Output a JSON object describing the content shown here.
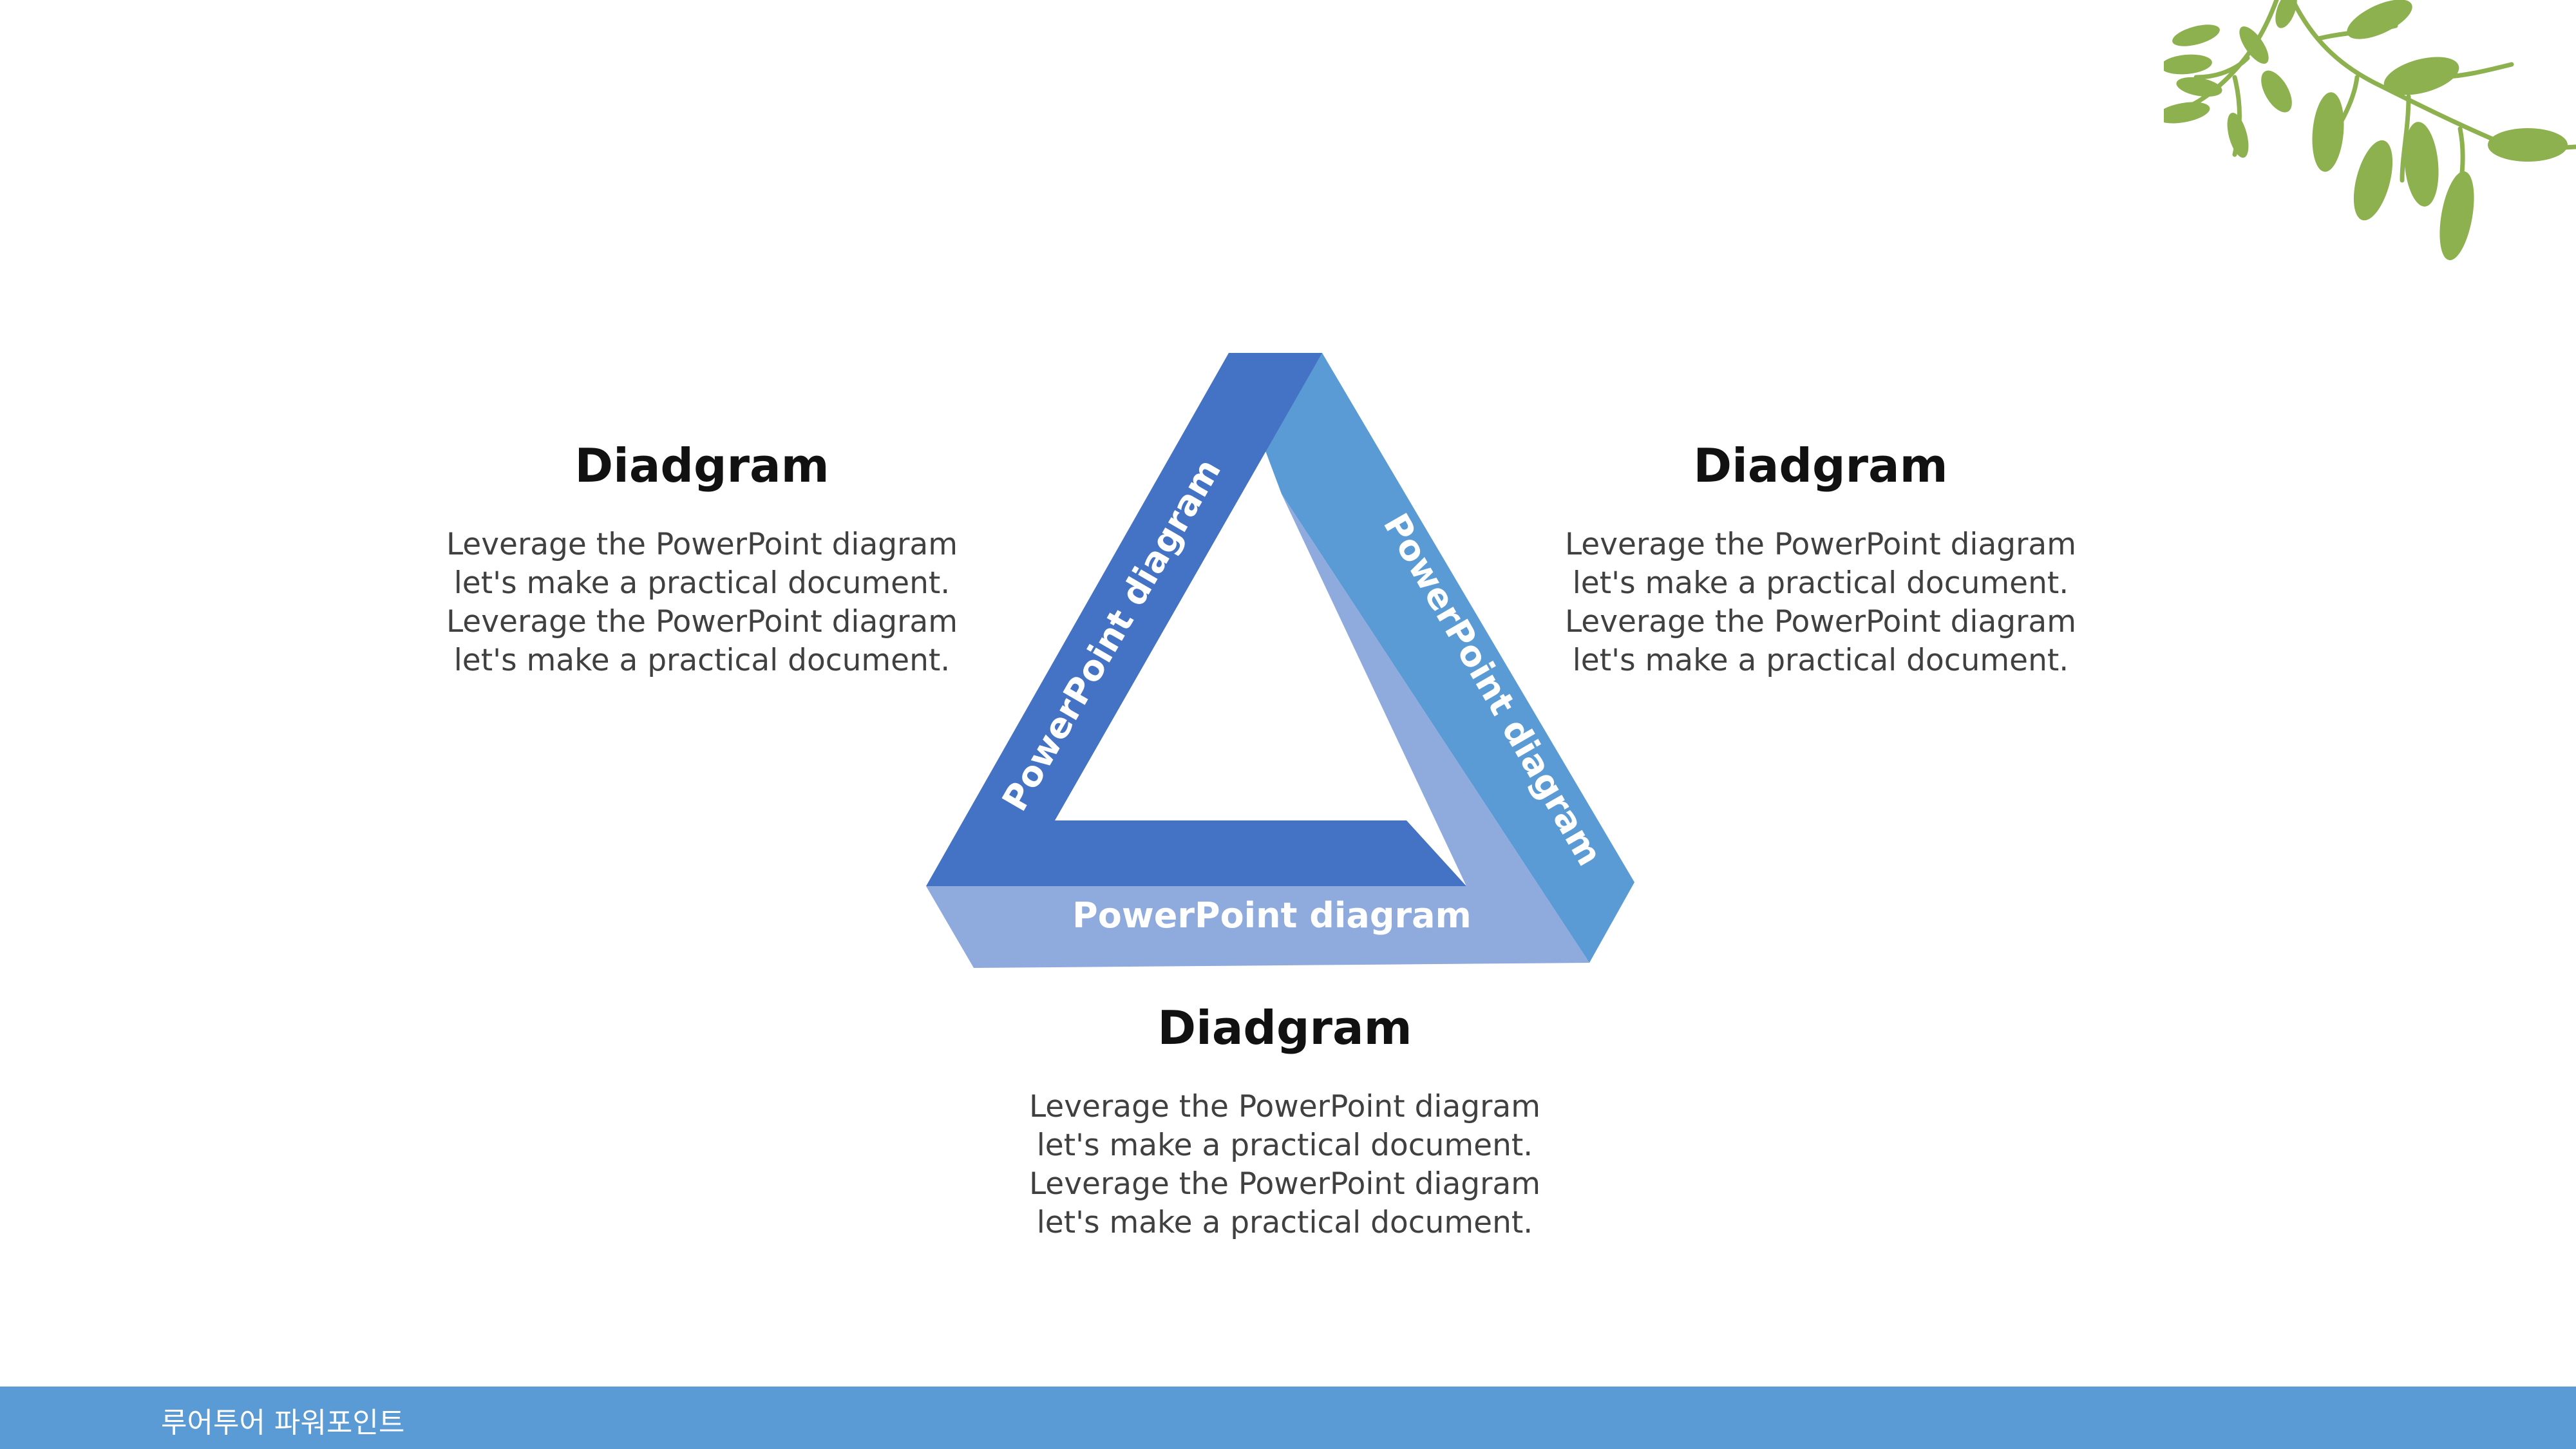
{
  "diagram": {
    "band_labels": {
      "left": "PowerPoint diagram",
      "right": "PowerPoint diagram",
      "bottom": "PowerPoint diagram"
    },
    "colors": {
      "band_dark": "#4472c4",
      "band_mid": "#5b9bd5",
      "band_light": "#8faadc"
    }
  },
  "blocks": {
    "left": {
      "title": "Diadgram",
      "body": "Leverage the PowerPoint diagram let's make a practical document. Leverage the PowerPoint diagram let's make a practical document."
    },
    "right": {
      "title": "Diadgram",
      "body": "Leverage the PowerPoint diagram let's make a practical document. Leverage the PowerPoint diagram let's make a practical document."
    },
    "bottom": {
      "title": "Diadgram",
      "body": "Leverage the PowerPoint diagram let's make a practical document. Leverage the PowerPoint diagram let's make a practical document."
    }
  },
  "decoration": {
    "leaf_color": "#8db14e",
    "icon": "leaf-branch-icon"
  },
  "footer": {
    "text": "루어투어 파워포인트",
    "color": "#5b9bd5"
  }
}
